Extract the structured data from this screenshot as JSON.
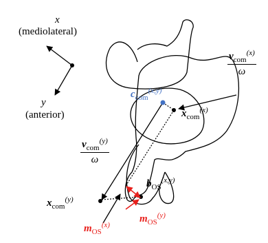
{
  "axes": {
    "x_letter": "x",
    "x_desc": "(mediolateral)",
    "y_letter": "y",
    "y_desc": "(anterior)"
  },
  "labels": {
    "v": "v",
    "com": "com",
    "omega": "ω",
    "c": "c",
    "b": "b",
    "m": "m",
    "os": "OS",
    "x": "x",
    "xy": "(x,y)",
    "paren_x": "(x)",
    "paren_y": "(y)"
  },
  "colors": {
    "ink": "#000000",
    "com_blue": "#4472c4",
    "margin_red": "#e8201c"
  }
}
